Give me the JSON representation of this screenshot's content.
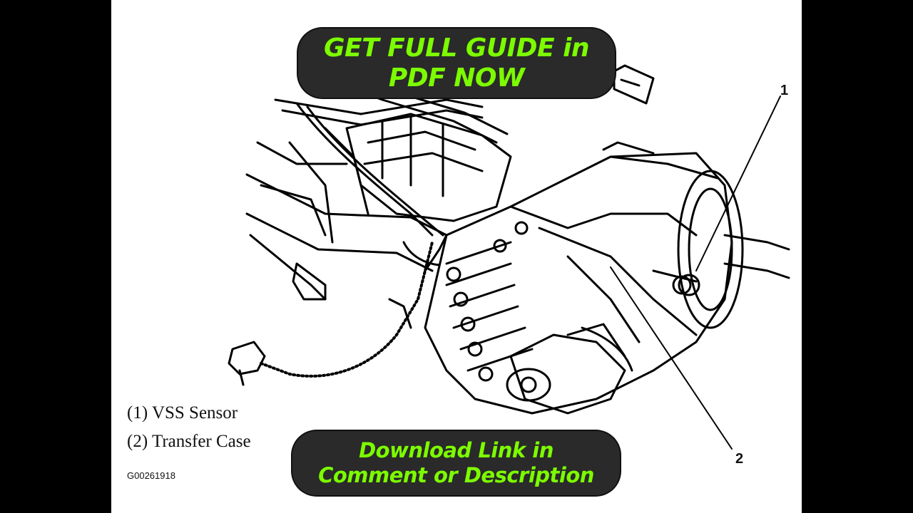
{
  "top_banner": {
    "line1": "GET FULL GUIDE in",
    "line2": "PDF NOW"
  },
  "bottom_banner": {
    "line1": "Download Link in",
    "line2": "Comment or Description"
  },
  "legend": {
    "item1": "(1) VSS Sensor",
    "item2": "(2) Transfer Case"
  },
  "figure_code": "G00261918",
  "callouts": {
    "c1": "1",
    "c2": "2"
  },
  "colors": {
    "banner_text": "#7CFC00",
    "banner_bg": "#2a2a2a",
    "page_bg": "#000000",
    "panel_bg": "#ffffff"
  }
}
